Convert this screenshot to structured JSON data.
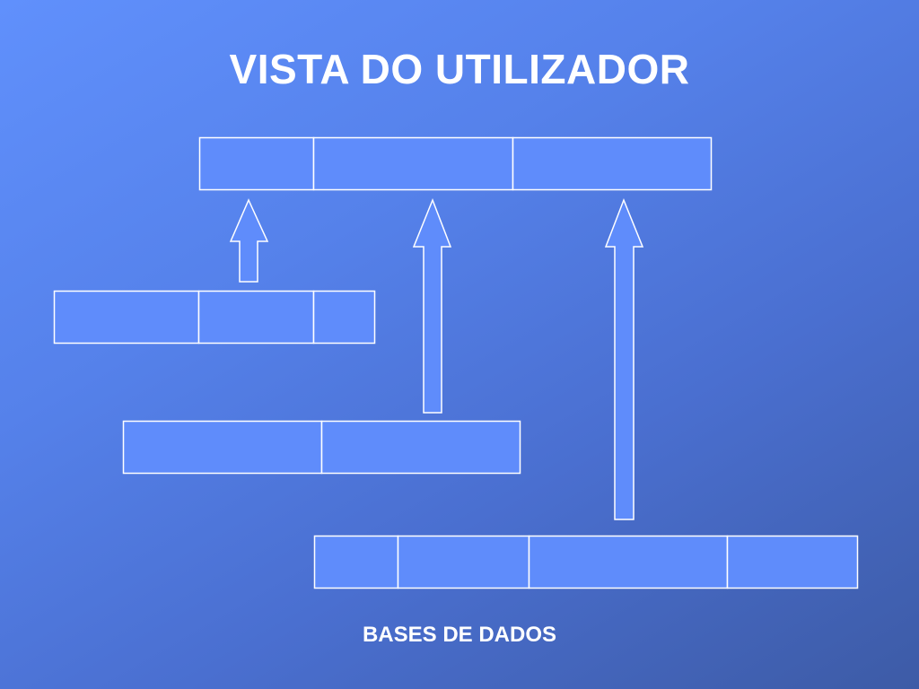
{
  "slide": {
    "title": "VISTA DO UTILIZADOR",
    "caption": "BASES DE DADOS"
  },
  "colors": {
    "background_light": "#6090fc",
    "background_dark": "#3d5ba6",
    "box_fill": "#5f8cfb",
    "stroke": "#ffffff",
    "text": "#ffffff"
  },
  "diagram": {
    "user_view_record": {
      "field_count": 3
    },
    "database_records": [
      {
        "name": "database-record-1",
        "field_count": 3
      },
      {
        "name": "database-record-2",
        "field_count": 2
      },
      {
        "name": "database-record-3",
        "field_count": 4
      }
    ],
    "arrows": [
      {
        "from": "database-record-1",
        "to": "user-view-field-1"
      },
      {
        "from": "database-record-2",
        "to": "user-view-field-2"
      },
      {
        "from": "database-record-3",
        "to": "user-view-field-3"
      }
    ]
  }
}
